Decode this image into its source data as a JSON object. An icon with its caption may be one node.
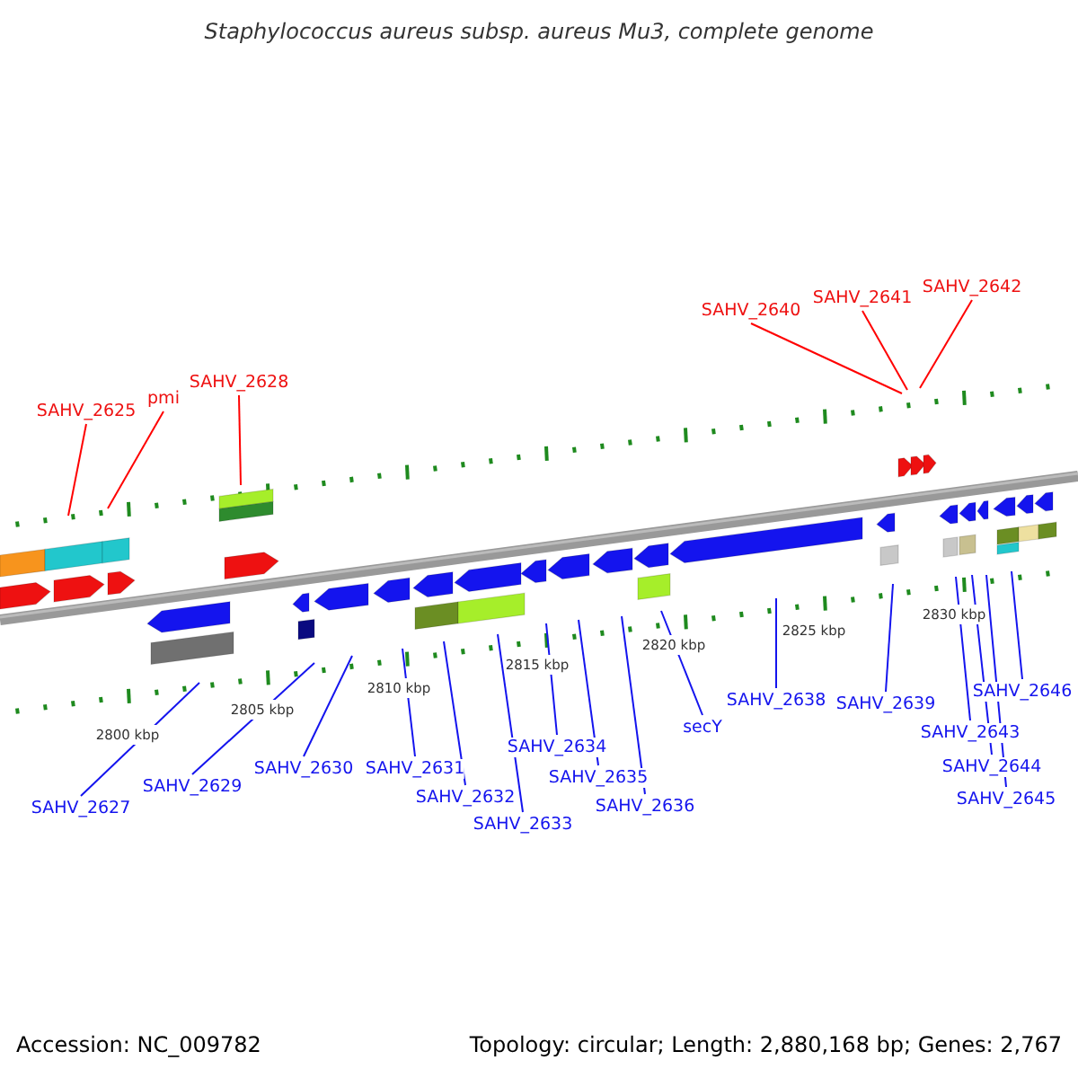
{
  "diagram": {
    "title": "Staphylococcus aureus subsp. aureus Mu3, complete genome",
    "nodes": [
      {
        "text": [
          "SAHV_2625"
        ]
      },
      {
        "text": [
          "pmi"
        ]
      },
      {
        "text": [
          "SAHV_2628"
        ]
      },
      {
        "text": [
          "SAHV_2640"
        ]
      },
      {
        "text": [
          "SAHV_2641"
        ]
      },
      {
        "text": [
          "SAHV_2642"
        ]
      },
      {
        "text": [
          "SAHV_2627"
        ]
      },
      {
        "text": [
          "SAHV_2629"
        ]
      },
      {
        "text": [
          "SAHV_2630"
        ]
      },
      {
        "text": [
          "SAHV_2631"
        ]
      },
      {
        "text": [
          "SAHV_2632"
        ]
      },
      {
        "text": [
          "SAHV_2633"
        ]
      },
      {
        "text": [
          "SAHV_2634"
        ]
      },
      {
        "text": [
          "SAHV_2635"
        ]
      },
      {
        "text": [
          "SAHV_2636"
        ]
      },
      {
        "text": [
          "secY"
        ]
      },
      {
        "text": [
          "SAHV_2638"
        ]
      },
      {
        "text": [
          "SAHV_2639"
        ]
      },
      {
        "text": [
          "SAHV_2643"
        ]
      },
      {
        "text": [
          "SAHV_2644"
        ]
      },
      {
        "text": [
          "SAHV_2645"
        ]
      },
      {
        "text": [
          "SAHV_2646"
        ]
      }
    ],
    "edges": [
      {
        "from": 0,
        "to": null,
        "arrow": "none",
        "color": "#ff0000"
      },
      {
        "from": 1,
        "to": null,
        "arrow": "none",
        "color": "#ff0000"
      },
      {
        "from": 2,
        "to": null,
        "arrow": "none",
        "color": "#ff0000"
      },
      {
        "from": 3,
        "to": null,
        "arrow": "none",
        "color": "#ff0000"
      },
      {
        "from": 4,
        "to": null,
        "arrow": "none",
        "color": "#ff0000"
      },
      {
        "from": 5,
        "to": null,
        "arrow": "none",
        "color": "#ff0000"
      },
      {
        "from": 6,
        "to": null,
        "arrow": "none"
      },
      {
        "from": 7,
        "to": null,
        "arrow": "none"
      },
      {
        "from": 8,
        "to": null,
        "arrow": "none"
      },
      {
        "from": 9,
        "to": null,
        "arrow": "none"
      },
      {
        "from": 10,
        "to": null,
        "arrow": "none"
      },
      {
        "from": 11,
        "to": null,
        "arrow": "none"
      },
      {
        "from": 12,
        "to": null,
        "arrow": "none"
      },
      {
        "from": 13,
        "to": null,
        "arrow": "none"
      },
      {
        "from": 14,
        "to": null,
        "arrow": "none"
      },
      {
        "from": 15,
        "to": null,
        "arrow": "none"
      },
      {
        "from": 16,
        "to": null,
        "arrow": "none"
      },
      {
        "from": 17,
        "to": null,
        "arrow": "none"
      },
      {
        "from": 18,
        "to": null,
        "arrow": "none"
      },
      {
        "from": 19,
        "to": null,
        "arrow": "none"
      },
      {
        "from": 20,
        "to": null,
        "arrow": "none"
      },
      {
        "from": 21,
        "to": null,
        "arrow": "none"
      }
    ],
    "labels": [
      "2800 kbp",
      "2805 kbp",
      "2810 kbp",
      "2815 kbp",
      "2820 kbp",
      "2825 kbp",
      "2830 kbp",
      "Accession: NC_009782",
      "Topology: circular; Length: 2,880,168 bp; Genes: 2,767"
    ]
  }
}
